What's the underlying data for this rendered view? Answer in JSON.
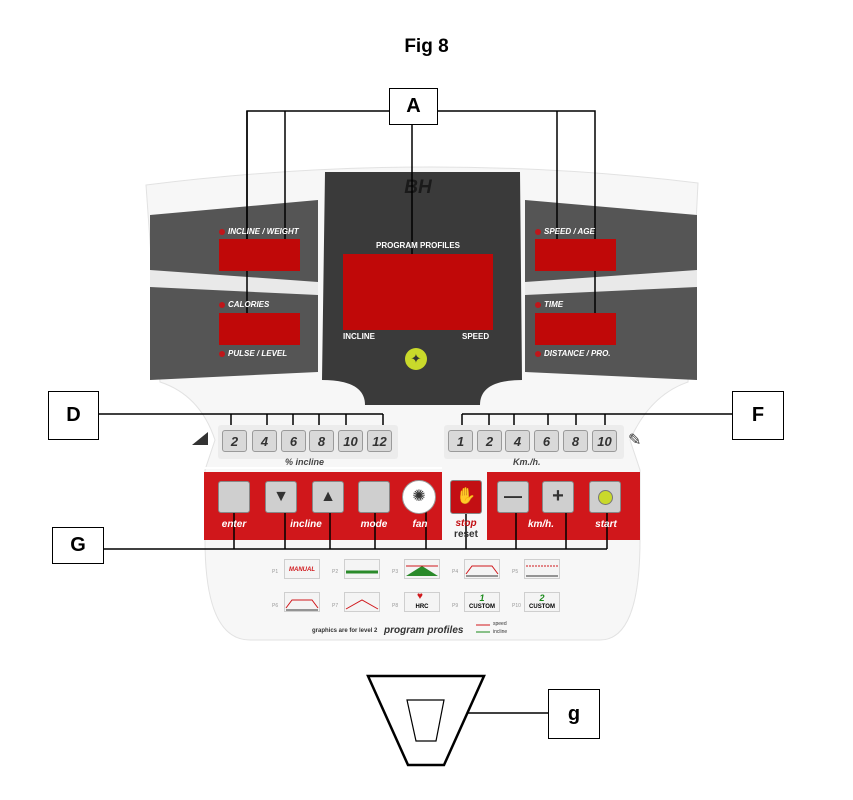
{
  "figure": {
    "title": "Fig 8"
  },
  "callouts": {
    "a": "A",
    "d": "D",
    "f": "F",
    "g_upper": "G",
    "g_lower": "g"
  },
  "console": {
    "brand": "BH",
    "center": {
      "title": "PROGRAM PROFILES",
      "left": "INCLINE",
      "right": "SPEED"
    },
    "left_displays": [
      "INCLINE / WEIGHT",
      "CALORIES",
      "PULSE / LEVEL"
    ],
    "right_displays": [
      "SPEED / AGE",
      "TIME",
      "DISTANCE / PRO."
    ],
    "incline_keys": [
      "2",
      "4",
      "6",
      "8",
      "10",
      "12"
    ],
    "incline_caption": "% incline",
    "speed_keys": [
      "1",
      "2",
      "4",
      "6",
      "8",
      "10"
    ],
    "speed_caption": "Km./h.",
    "controls": {
      "enter": "enter",
      "incline": "incline",
      "mode": "mode",
      "fan": "fan",
      "stop": "stop",
      "reset": "reset",
      "kmh": "km/h.",
      "start": "start"
    },
    "profiles": {
      "manual": "MANUAL",
      "hrc": "HRC",
      "custom1_num": "1",
      "custom1": "CUSTOM",
      "custom2_num": "2",
      "custom2": "CUSTOM",
      "numbers": [
        "P1",
        "P2",
        "P3",
        "P4",
        "P5",
        "P6",
        "P7",
        "P8",
        "P9",
        "P10"
      ]
    },
    "footer": {
      "note": "graphics are for level 2",
      "title": "program profiles",
      "legend_speed": "speed",
      "legend_incline": "incline"
    }
  },
  "colors": {
    "lcd_red": "#c00808",
    "panel_red": "#d0171b",
    "panel_gray": "#5a5a5a",
    "ok_green": "#c9d92b"
  }
}
